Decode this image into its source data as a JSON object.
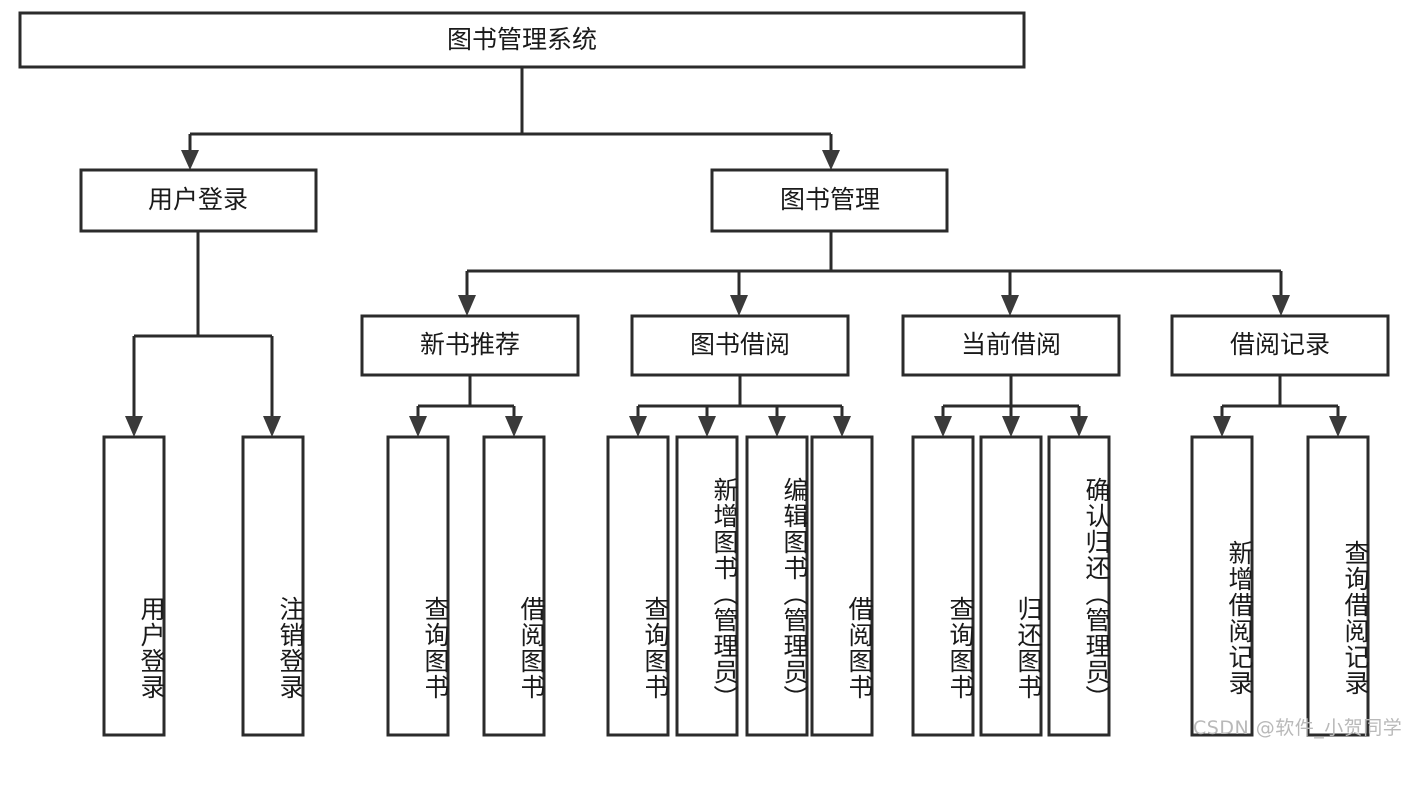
{
  "diagram": {
    "type": "tree-hierarchy-chart",
    "title": "图书管理系统",
    "watermark": "CSDN @软件_小贺同学",
    "colors": {
      "box_stroke": "#2b2b2b",
      "box_fill": "#ffffff",
      "text": "#1a1a1a",
      "connector": "#2b2b2b",
      "watermark": "#b9b9b9",
      "background": "#ffffff"
    },
    "root": {
      "id": "root",
      "label": "图书管理系统"
    },
    "level2": [
      {
        "id": "user-login",
        "label": "用户登录"
      },
      {
        "id": "book-manage",
        "label": "图书管理"
      }
    ],
    "level3": [
      {
        "id": "new-book-recommend",
        "label": "新书推荐",
        "parent": "book-manage"
      },
      {
        "id": "book-borrow",
        "label": "图书借阅",
        "parent": "book-manage"
      },
      {
        "id": "current-borrow",
        "label": "当前借阅",
        "parent": "book-manage"
      },
      {
        "id": "borrow-record",
        "label": "借阅记录",
        "parent": "book-manage"
      }
    ],
    "leaves": {
      "user-login": [
        {
          "id": "leaf-user-login",
          "label": "用户登录"
        },
        {
          "id": "leaf-user-logout",
          "label": "注销登录"
        }
      ],
      "new-book-recommend": [
        {
          "id": "leaf-query-book-1",
          "label": "查询图书"
        },
        {
          "id": "leaf-borrow-book-1",
          "label": "借阅图书"
        }
      ],
      "book-borrow": [
        {
          "id": "leaf-query-book-2",
          "label": "查询图书"
        },
        {
          "id": "leaf-add-book",
          "label": "新增图书（管理员）"
        },
        {
          "id": "leaf-edit-book",
          "label": "编辑图书（管理员）"
        },
        {
          "id": "leaf-borrow-book-2",
          "label": "借阅图书"
        }
      ],
      "current-borrow": [
        {
          "id": "leaf-query-book-3",
          "label": "查询图书"
        },
        {
          "id": "leaf-return-book",
          "label": "归还图书"
        },
        {
          "id": "leaf-confirm-return",
          "label": "确认归还（管理员）"
        }
      ],
      "borrow-record": [
        {
          "id": "leaf-add-record",
          "label": "新增借阅记录"
        },
        {
          "id": "leaf-query-record",
          "label": "查询借阅记录"
        }
      ]
    }
  }
}
